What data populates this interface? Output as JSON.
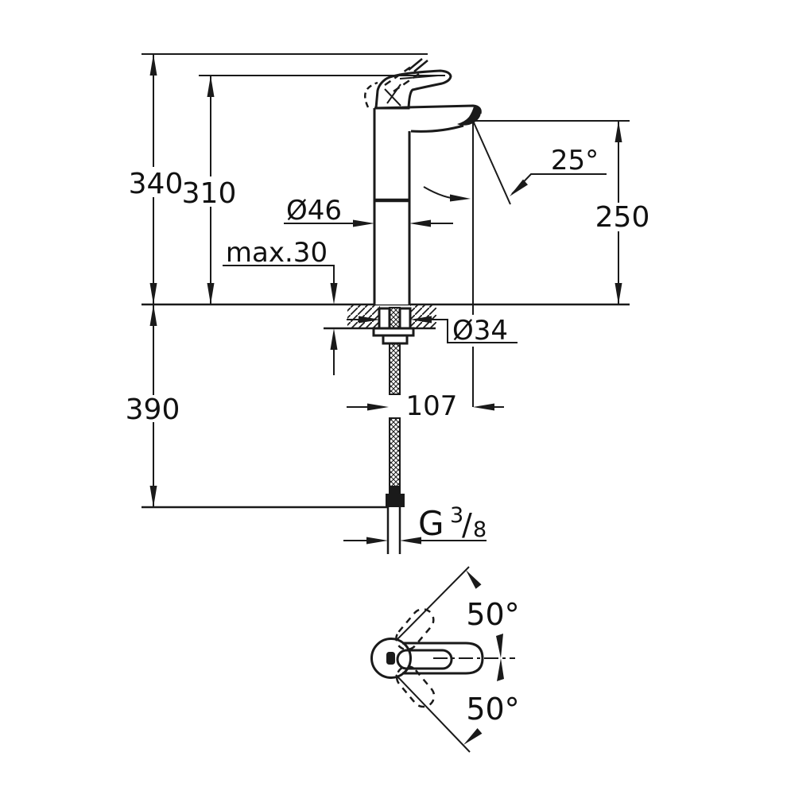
{
  "drawing": {
    "colors": {
      "line": "#1a1a1a",
      "background": "#ffffff"
    },
    "side_view": {
      "total_height": "340",
      "height_to_handle": "310",
      "body_diameter": "Ø46",
      "max_deck_thickness": "max.30",
      "spout_angle": "25°",
      "spout_outlet_height": "250",
      "mounting_hole_diameter": "Ø34",
      "spout_reach": "107",
      "hose_length": "390",
      "thread": {
        "letter": "G",
        "numerator": "3",
        "slash": "/",
        "denominator": "8"
      }
    },
    "top_view": {
      "handle_swivel_upper": "50°",
      "handle_swivel_lower": "50°"
    }
  }
}
